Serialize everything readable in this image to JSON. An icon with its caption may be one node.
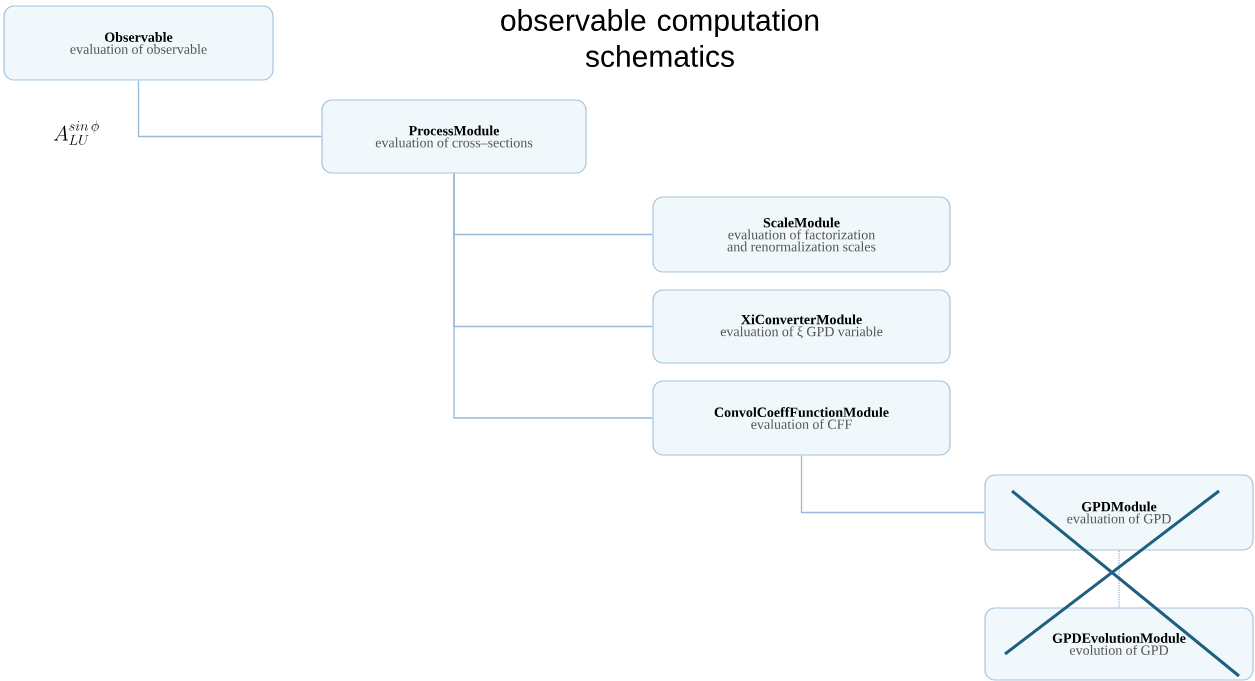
{
  "diagram": {
    "title": "observable computation schematics",
    "nodes": [
      {
        "text": [
          "Observable",
          "evaluation of observable"
        ]
      },
      {
        "text": [
          "ProcessModule",
          "evaluation of cross–sections"
        ]
      },
      {
        "text": [
          "ScaleModule",
          "evaluation of factorization and renormalization scales"
        ]
      },
      {
        "text": [
          "XiConverterModule",
          "evaluation of ξ GPD variable"
        ]
      },
      {
        "text": [
          "ConvolCoeffFunctionModule",
          "evaluation of CFF"
        ]
      },
      {
        "text": [
          "GPDModule",
          "evaluation of GPD"
        ]
      },
      {
        "text": [
          "GPDEvolutionModule",
          "evolution of GPD"
        ]
      }
    ],
    "edges": [
      {
        "from": 0,
        "to": 1,
        "arrow": "none",
        "label": "A_{LU}^{sin\\,\\phi}"
      },
      {
        "from": 1,
        "to": 2,
        "arrow": "none"
      },
      {
        "from": 1,
        "to": 3,
        "arrow": "none"
      },
      {
        "from": 1,
        "to": 4,
        "arrow": "none"
      },
      {
        "from": 4,
        "to": 5,
        "arrow": "none"
      },
      {
        "from": 5,
        "to": 6,
        "arrow": "none",
        "style": "dashed"
      }
    ]
  }
}
